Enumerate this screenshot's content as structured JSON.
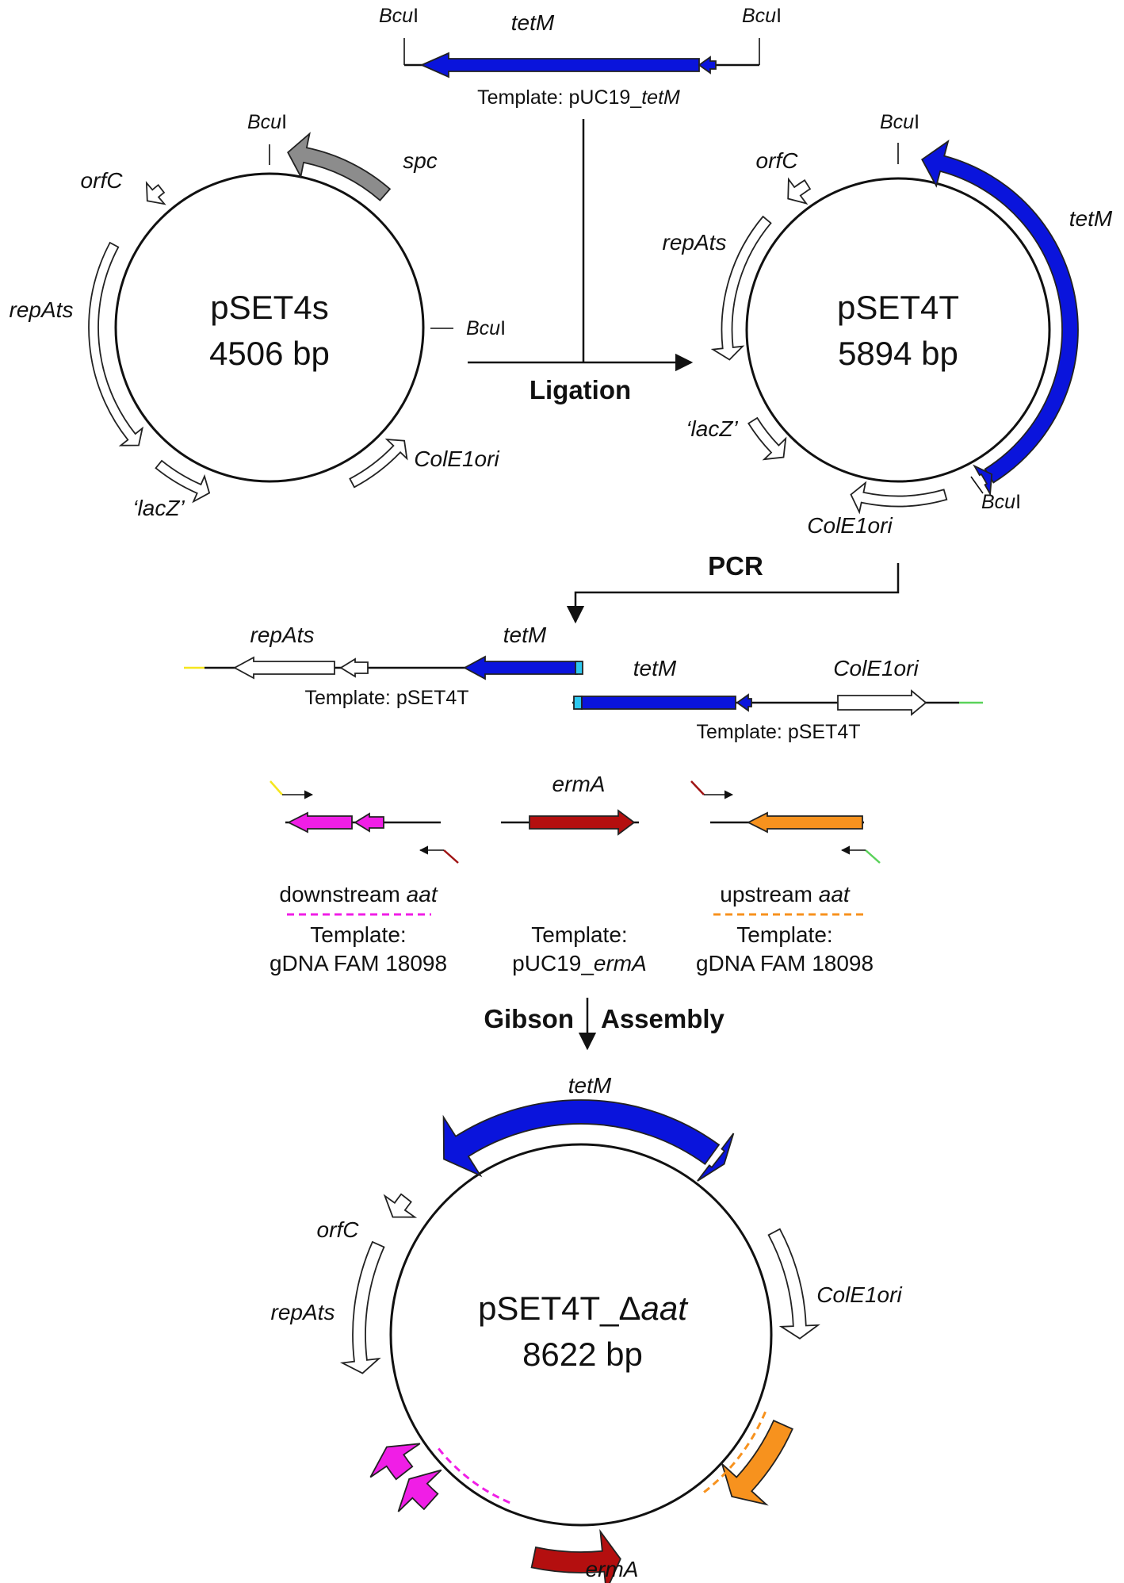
{
  "colors": {
    "tetM": "#0a14dc",
    "spc": "#8c8c8c",
    "ermA": "#b40f0f",
    "downstream_aat": "#f01ee6",
    "upstream_aat": "#f7921e",
    "overlap_cyan": "#2ec8f0",
    "tail_yellow": "#f5e61e",
    "tail_green": "#5ad25a",
    "tail_red": "#a01414",
    "outline_gene": "#ffffff"
  },
  "top_fragment": {
    "site_left": "Bcu",
    "site_right": "Bcu",
    "site_suffix": "I",
    "gene": "tetM",
    "template_prefix": "Template: pUC19_",
    "template_gene": "tetM"
  },
  "pset4s": {
    "name": "pSET4s",
    "size": "4506 bp",
    "labels": {
      "bcu_top": "Bcu",
      "bcu_right": "Bcu",
      "site_suffix": "I",
      "spc": "spc",
      "orfC": "orfC",
      "repAts": "repAts",
      "lacZ": "‘lacZ’",
      "colE1ori": "ColE1ori"
    }
  },
  "pset4t": {
    "name": "pSET4T",
    "size": "5894 bp",
    "labels": {
      "bcu_top": "Bcu",
      "bcu_bottom": "Bcu",
      "site_suffix": "I",
      "tetM": "tetM",
      "orfC": "orfC",
      "repAts": "repAts",
      "lacZ": "‘lacZ’",
      "colE1ori": "ColE1ori"
    }
  },
  "steps": {
    "ligation": "Ligation",
    "pcr": "PCR",
    "gibson_left": "Gibson",
    "gibson_right": "Assembly"
  },
  "pcr_left": {
    "gene1": "repAts",
    "gene2": "tetM",
    "template": "Template: pSET4T"
  },
  "pcr_right": {
    "gene1": "tetM",
    "gene2": "ColE1ori",
    "template": "Template: pSET4T"
  },
  "fragments": {
    "downstream": {
      "label_prefix": "downstream ",
      "label_gene": "aat",
      "template_line1": "Template:",
      "template_line2": "gDNA FAM 18098"
    },
    "erm": {
      "gene": "ermA",
      "template_line1": "Template:",
      "template_prefix": "pUC19_",
      "template_gene": "ermA"
    },
    "upstream": {
      "label_prefix": "upstream ",
      "label_gene": "aat",
      "template_line1": "Template:",
      "template_line2": "gDNA FAM 18098"
    }
  },
  "final_plasmid": {
    "name_prefix": "pSET4T_Δ",
    "name_gene": "aat",
    "size": "8622 bp",
    "labels": {
      "tetM": "tetM",
      "orfC": "orfC",
      "repAts": "repAts",
      "colE1ori": "ColE1ori",
      "ermA": "ermA"
    }
  }
}
